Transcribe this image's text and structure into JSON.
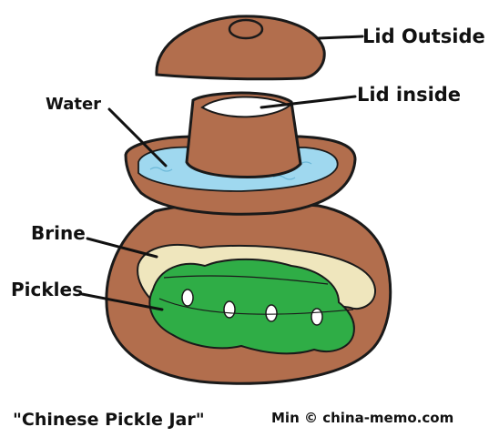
{
  "labels": {
    "lid_outside": "Lid Outside",
    "lid_inside": "Lid inside",
    "water": "Water",
    "brine": "Brine",
    "pickles": "Pickles"
  },
  "caption": {
    "title": "\"Chinese Pickle Jar\"",
    "credit": "Min © china-memo.com"
  },
  "colors": {
    "clay": "#b26e4d",
    "outline": "#1a1a1a",
    "water": "#9fd8ef",
    "brine": "#efe6bd",
    "pickles": "#2fad46",
    "lid_inside": "#ffffff",
    "background": "#ffffff"
  }
}
